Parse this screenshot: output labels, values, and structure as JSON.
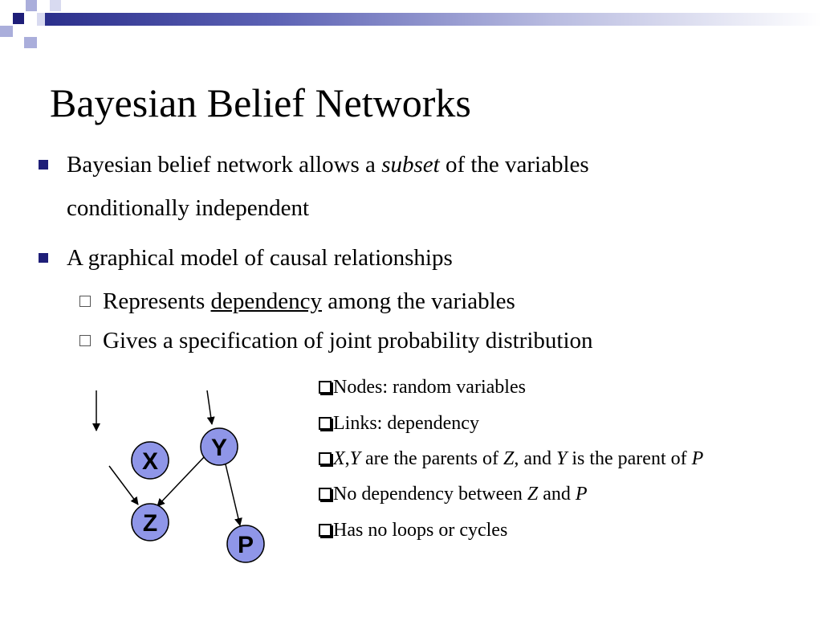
{
  "title": "Bayesian Belief Networks",
  "bullets": [
    {
      "line1_pre": "Bayesian belief network allows a ",
      "line1_em": "subset",
      "line1_post": " of the variables",
      "line2": "conditionally independent"
    },
    {
      "text": "A graphical model of causal relationships",
      "sub": [
        {
          "pre": "Represents ",
          "ul": "dependency",
          "post": " among the variables"
        },
        {
          "text": "Gives a specification of joint probability distribution"
        }
      ]
    }
  ],
  "notes": {
    "n1": "Nodes: random variables",
    "n2": "Links: dependency",
    "n3": {
      "x": "X",
      "comma": ",",
      "y": "Y",
      "t1": " are the parents of ",
      "z": "Z",
      "t2": ", and ",
      "y2": "Y",
      "t3": " is the parent of ",
      "p": "P"
    },
    "n4": {
      "t1": "No dependency between ",
      "z": "Z",
      "t2": " and ",
      "p": "P"
    },
    "n5": "Has no loops or cycles"
  },
  "graph": {
    "node_fill": "#8f96e8",
    "nodes": [
      {
        "id": "X",
        "label": "X"
      },
      {
        "id": "Y",
        "label": "Y"
      },
      {
        "id": "Z",
        "label": "Z"
      },
      {
        "id": "P",
        "label": "P"
      }
    ]
  },
  "colors": {
    "bullet": "#1e1e78",
    "header_dark": "#2b2f8c"
  }
}
